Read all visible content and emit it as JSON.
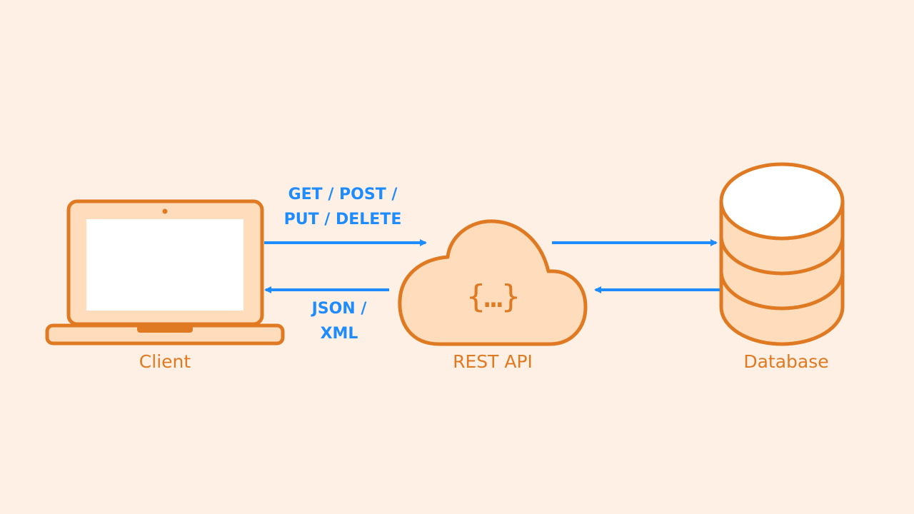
{
  "colors": {
    "background": "#FFF0E5",
    "stroke": "#E07A22",
    "fill": "#FEDCBC",
    "screen": "#FFFFFF",
    "arrow": "#1E8CFF"
  },
  "nodes": {
    "client": {
      "label": "Client",
      "icon": "laptop-icon"
    },
    "api": {
      "label": "REST API",
      "icon": "cloud-icon",
      "symbol": "{…}"
    },
    "database": {
      "label": "Database",
      "icon": "database-icon"
    }
  },
  "edges": {
    "request": {
      "line1": "GET / POST /",
      "line2": "PUT / DELETE"
    },
    "response": {
      "line1": "JSON /",
      "line2": "XML"
    }
  }
}
